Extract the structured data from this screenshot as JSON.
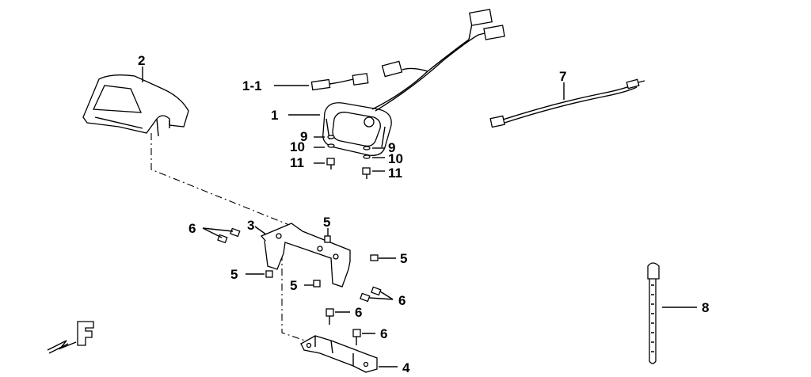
{
  "diagram": {
    "callouts": {
      "c1": "1",
      "c1_1": "1-1",
      "c2": "2",
      "c3": "3",
      "c4": "4",
      "c5a": "5",
      "c5b": "5",
      "c5c": "5",
      "c5d": "5",
      "c6a": "6",
      "c6b": "6",
      "c6c": "6",
      "c6d": "6",
      "c7": "7",
      "c8": "8",
      "c9a": "9",
      "c9b": "9",
      "c10a": "10",
      "c10b": "10",
      "c11a": "11",
      "c11b": "11"
    }
  }
}
